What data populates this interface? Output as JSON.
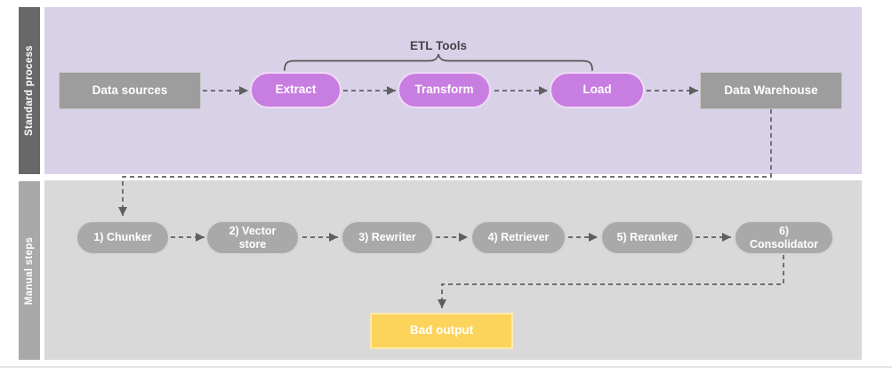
{
  "lanes": {
    "standard": {
      "label": "Standard process"
    },
    "manual": {
      "label": "Manual steps"
    }
  },
  "bracket": {
    "label": "ETL Tools"
  },
  "nodes": {
    "data_sources": {
      "label": "Data sources"
    },
    "extract": {
      "label": "Extract"
    },
    "transform": {
      "label": "Transform"
    },
    "load": {
      "label": "Load"
    },
    "data_warehouse": {
      "label": "Data Warehouse"
    },
    "chunker": {
      "label": "1) Chunker"
    },
    "vector_store": {
      "label": "2) Vector store"
    },
    "rewriter": {
      "label": "3) Rewriter"
    },
    "retriever": {
      "label": "4) Retriever"
    },
    "reranker": {
      "label": "5) Reranker"
    },
    "consolidator": {
      "label": "6) Consolidator"
    },
    "bad_output": {
      "label": "Bad output"
    }
  },
  "colors": {
    "lane_standard_bg": "#d8d1e8",
    "lane_manual_bg": "#d9d9d9",
    "strip_standard_bg": "#686868",
    "strip_manual_bg": "#a9a9a9",
    "node_gray": "#9d9d9d",
    "node_gray_border": "#c9c9c9",
    "pill_purple": "#c87ee0",
    "pill_purple_border": "#f0daf6",
    "pill_gray": "#a9a9a9",
    "pill_gray_border": "#d5d5d5",
    "output_yellow": "#fcd45b",
    "output_yellow_border": "#fdeab0",
    "connector": "#5f5f5f",
    "bracket": "#565656",
    "label_dark": "#454545",
    "node_text": "#ffffff"
  }
}
